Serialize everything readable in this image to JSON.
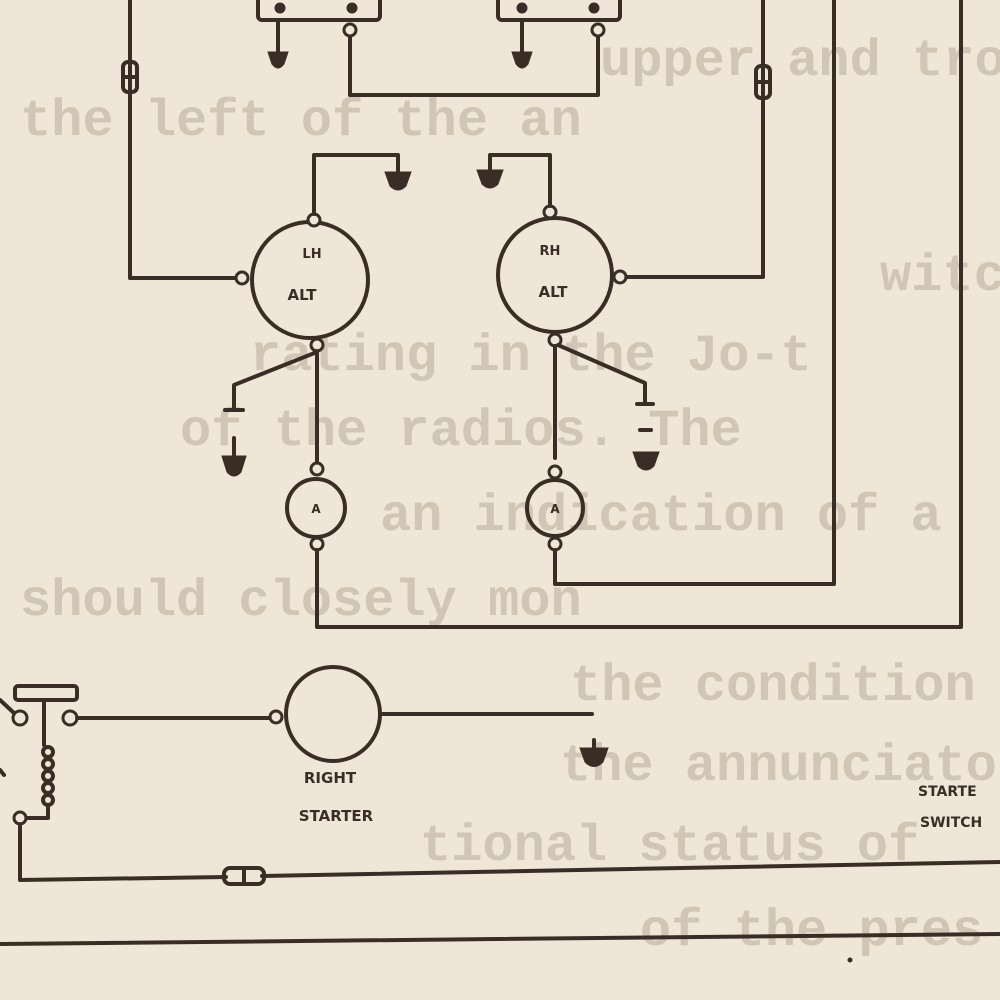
{
  "components": {
    "lh_alt": {
      "line1": "LH",
      "line2": "ALT"
    },
    "rh_alt": {
      "line1": "RH",
      "line2": "ALT"
    },
    "lh_ammeter": {
      "label": "A"
    },
    "rh_ammeter": {
      "label": "A"
    },
    "right_starter": {
      "line1": "RIGHT",
      "line2": "STARTER"
    },
    "starter_switch": {
      "line1": "STARTE",
      "line2": "SWITCH"
    }
  },
  "bleed_through_text": [
    "upper and trough pe",
    "the left of the an",
    "witch of the ere,",
    "rating in the Jo-t",
    "of the radios. The",
    "an indication of a",
    "should closely mon",
    "the condition of",
    "the annunciator pa",
    "tional status of",
    "of the pres"
  ],
  "colors": {
    "ink": "#3a2d26",
    "paper": "#efe6d8",
    "bleed": "#b9ab99"
  }
}
